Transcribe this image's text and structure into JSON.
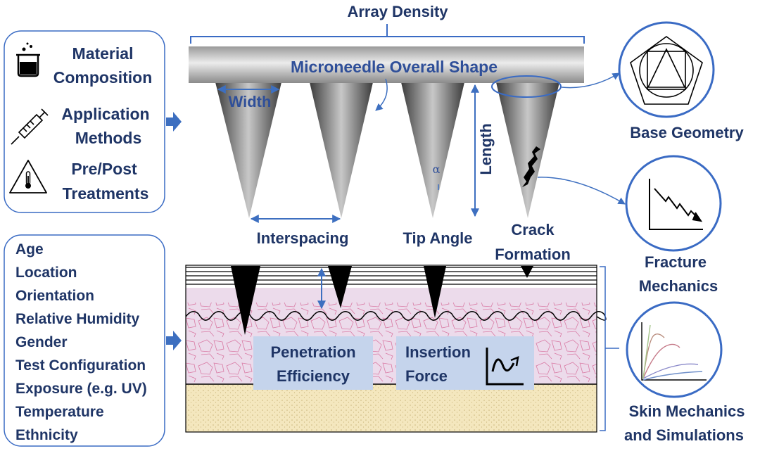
{
  "title": "Array Density",
  "microneedle": {
    "overall_shape": "Microneedle Overall Shape",
    "width": "Width",
    "length": "Length",
    "alpha": "α",
    "interspacing": "Interspacing",
    "tip_angle": "Tip Angle",
    "crack_line1": "Crack",
    "crack_line2": "Formation"
  },
  "factors_top": [
    {
      "icon": "beaker-icon",
      "line1": "Material",
      "line2": "Composition"
    },
    {
      "icon": "syringe-icon",
      "line1": "Application",
      "line2": "Methods"
    },
    {
      "icon": "thermometer-warning-icon",
      "line1": "Pre/Post",
      "line2": "Treatments"
    }
  ],
  "factors_bottom": [
    "Age",
    "Location",
    "Orientation",
    "Relative Humidity",
    "Gender",
    "Test Configuration",
    "Exposure (e.g. UV)",
    "Temperature",
    "Ethnicity"
  ],
  "outcomes": {
    "penetration_line1": "Penetration",
    "penetration_line2": "Efficiency",
    "insertion_line1": "Insertion",
    "insertion_line2": "Force"
  },
  "right": {
    "base_geometry": "Base Geometry",
    "fracture_line1": "Fracture",
    "fracture_line2": "Mechanics",
    "skin_line1": "Skin Mechanics",
    "skin_line2": "and Simulations"
  },
  "colors": {
    "outline": "#3a6bc4",
    "label_navy": "#1f3566",
    "label_blue": "#2f4f99",
    "panel_fill": "#c5d4ec",
    "dermis": "#ecdbeb",
    "subcutis": "#f4e7be",
    "arrow": "#3d6fc0"
  }
}
